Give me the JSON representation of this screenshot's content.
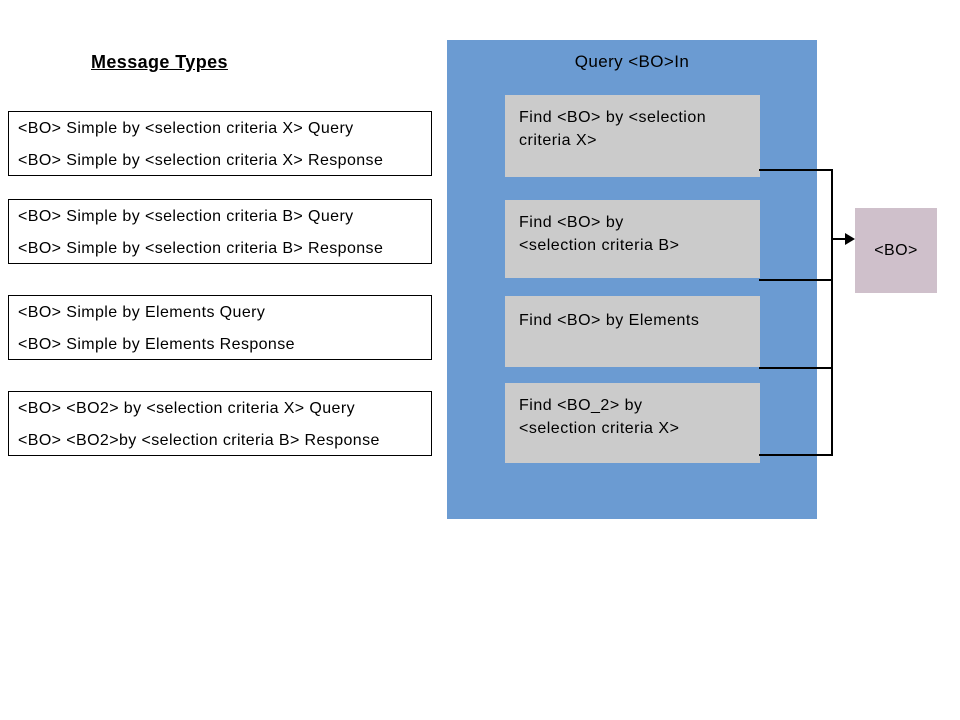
{
  "page": {
    "title": "Message Types"
  },
  "message_boxes": [
    {
      "lines": [
        "<BO> Simple by <selection criteria X> Query",
        "<BO> Simple by <selection criteria X> Response"
      ]
    },
    {
      "lines": [
        "<BO> Simple by <selection criteria B> Query",
        "<BO> Simple by <selection criteria B> Response"
      ]
    },
    {
      "lines": [
        "<BO> Simple by Elements Query",
        "<BO> Simple by Elements Response"
      ]
    },
    {
      "lines": [
        "<BO> <BO2> by <selection criteria X> Query",
        "<BO> <BO2>by <selection criteria B> Response"
      ]
    }
  ],
  "panel": {
    "title": "Query <BO>In",
    "find_boxes": [
      {
        "lines": [
          "Find <BO> by <selection",
          "criteria X>"
        ]
      },
      {
        "lines": [
          "Find <BO> by",
          "<selection criteria B>"
        ]
      },
      {
        "lines": [
          "Find <BO> by Elements"
        ]
      },
      {
        "lines": [
          "Find <BO_2> by",
          "<selection criteria X>"
        ]
      }
    ]
  },
  "target": {
    "label": "<BO>"
  },
  "colors": {
    "panel_blue": "#6b9bd2",
    "find_box_gray": "#cbcbcb",
    "target_pink": "#cfc0cb",
    "connector_black": "#000000"
  }
}
